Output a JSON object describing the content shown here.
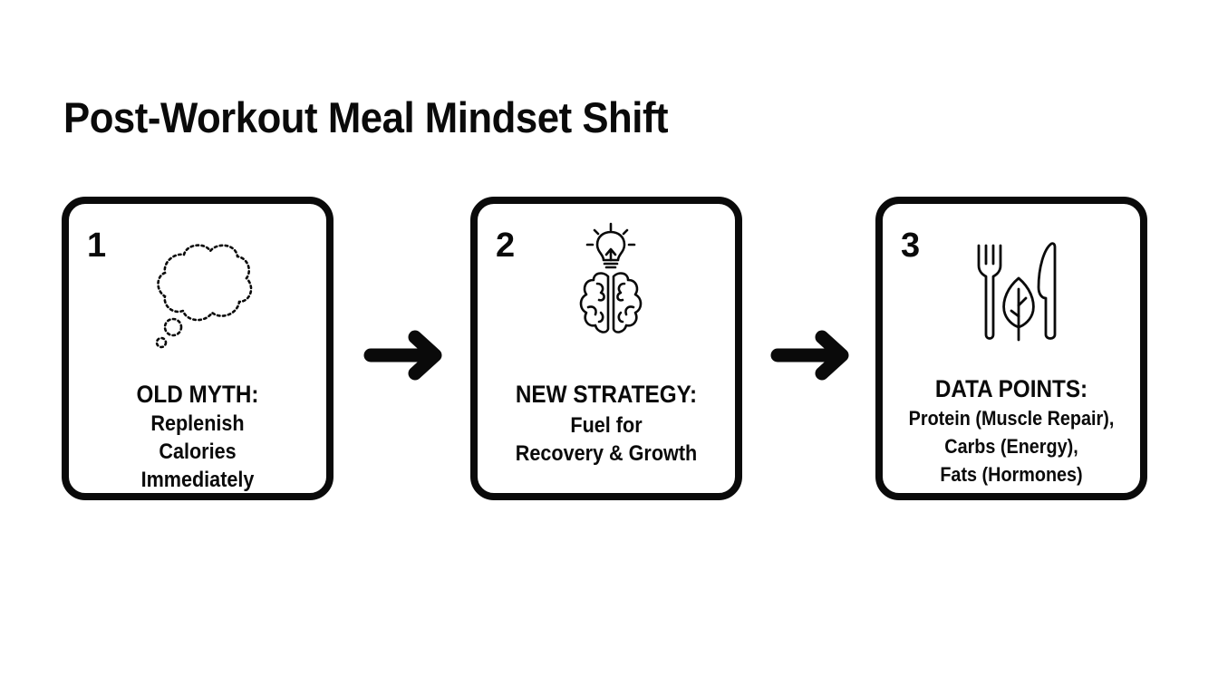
{
  "title": "Post-Workout Meal Mindset Shift",
  "steps": [
    {
      "number": "1",
      "icon": "thought-bubble-dashed-icon",
      "heading": "OLD MYTH:",
      "body_lines": [
        "Replenish",
        "Calories",
        "Immediately"
      ]
    },
    {
      "number": "2",
      "icon": "lightbulb-brain-icon",
      "heading": "NEW STRATEGY:",
      "body_lines": [
        "Fuel for",
        "Recovery & Growth"
      ]
    },
    {
      "number": "3",
      "icon": "fork-leaf-knife-icon",
      "heading": "DATA POINTS:",
      "body_lines": [
        "Protein (Muscle Repair),",
        "Carbs (Energy),",
        "Fats (Hormones)"
      ]
    }
  ],
  "connectors": [
    "arrow-right-icon",
    "arrow-right-icon"
  ],
  "colors": {
    "ink": "#0a0a0a",
    "background": "#ffffff"
  }
}
